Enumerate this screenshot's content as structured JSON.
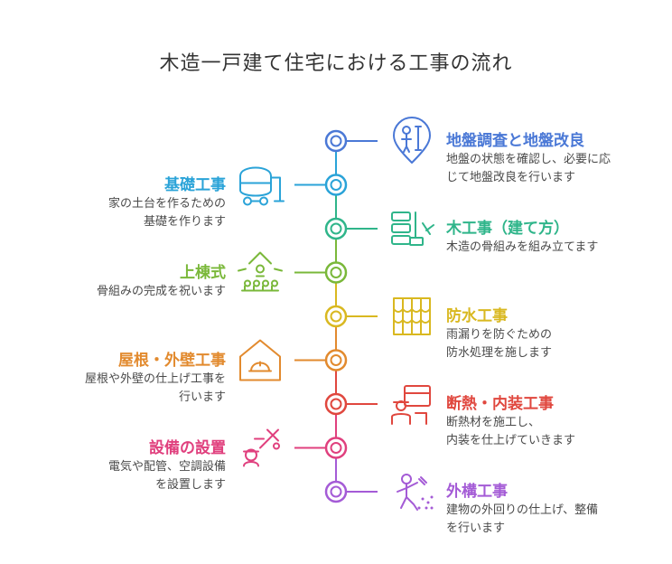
{
  "title": "木造一戸建て住宅における工事の流れ",
  "steps": [
    {
      "side": "right",
      "title": "地盤調査と地盤改良",
      "desc": [
        "地盤の状態を確認し、必要に応",
        "じて地盤改良を行います"
      ],
      "color": "#4a78d6",
      "icon": "survey-icon"
    },
    {
      "side": "left",
      "title": "基礎工事",
      "desc": [
        "家の土台を作るための",
        "基礎を作ります"
      ],
      "color": "#2aa3d8",
      "icon": "concrete-mixer-icon"
    },
    {
      "side": "right",
      "title": "木工事（建て方）",
      "desc": [
        "木造の骨組みを組み立てます"
      ],
      "color": "#2fb58a",
      "icon": "timber-hammer-icon"
    },
    {
      "side": "left",
      "title": "上棟式",
      "desc": [
        "骨組みの完成を祝います"
      ],
      "color": "#7ab83a",
      "icon": "ceremony-icon"
    },
    {
      "side": "right",
      "title": "防水工事",
      "desc": [
        "雨漏りを防ぐための",
        "防水処理を施します"
      ],
      "color": "#d9b820",
      "icon": "roof-tiles-icon"
    },
    {
      "side": "left",
      "title": "屋根・外壁工事",
      "desc": [
        "屋根や外壁の仕上げ工事を",
        "行います"
      ],
      "color": "#e28a2e",
      "icon": "house-helmet-icon"
    },
    {
      "side": "right",
      "title": "断熱・内装工事",
      "desc": [
        "断熱材を施工し、",
        "内装を仕上げていきます"
      ],
      "color": "#e0473e",
      "icon": "interior-worker-icon"
    },
    {
      "side": "left",
      "title": "設備の設置",
      "desc": [
        "電気や配管、空調設備",
        "を設置します"
      ],
      "color": "#e0407e",
      "icon": "equipment-worker-icon"
    },
    {
      "side": "right",
      "title": "外構工事",
      "desc": [
        "建物の外回りの仕上げ、整備",
        "を行います"
      ],
      "color": "#a45bd6",
      "icon": "exterior-worker-icon"
    }
  ]
}
